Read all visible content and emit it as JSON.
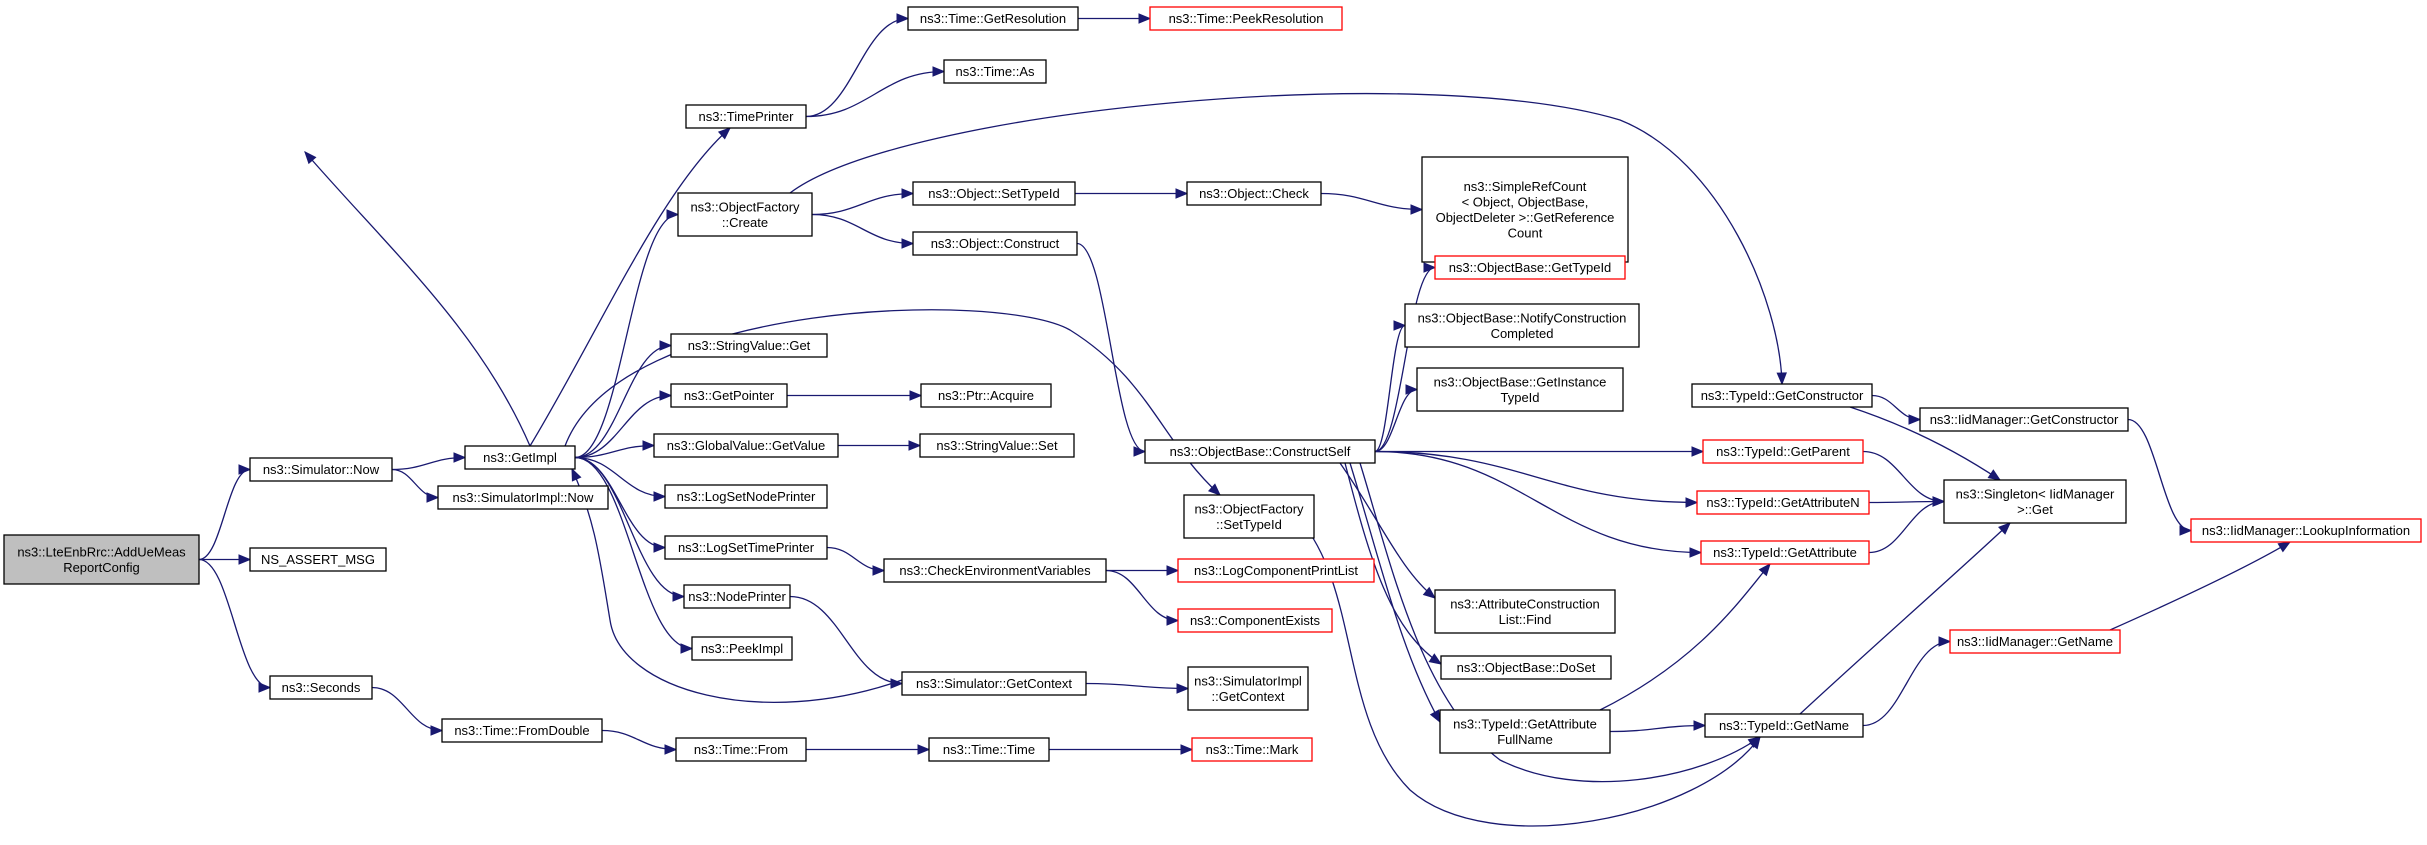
{
  "nodes": [
    {
      "id": "root",
      "lines": [
        "ns3::LteEnbRrc::AddUeMeas",
        "ReportConfig"
      ],
      "style": "root"
    },
    {
      "id": "simnow",
      "lines": [
        "ns3::Simulator::Now"
      ],
      "style": "normal"
    },
    {
      "id": "assert",
      "lines": [
        "NS_ASSERT_MSG"
      ],
      "style": "normal"
    },
    {
      "id": "seconds",
      "lines": [
        "ns3::Seconds"
      ],
      "style": "normal"
    },
    {
      "id": "getimpl",
      "lines": [
        "ns3::GetImpl"
      ],
      "style": "normal"
    },
    {
      "id": "simimplnow",
      "lines": [
        "ns3::SimulatorImpl::Now"
      ],
      "style": "normal"
    },
    {
      "id": "fromdouble",
      "lines": [
        "ns3::Time::FromDouble"
      ],
      "style": "normal"
    },
    {
      "id": "timeprinter",
      "lines": [
        "ns3::TimePrinter"
      ],
      "style": "normal"
    },
    {
      "id": "ofcreate",
      "lines": [
        "ns3::ObjectFactory",
        "::Create"
      ],
      "style": "normal"
    },
    {
      "id": "strget",
      "lines": [
        "ns3::StringValue::Get"
      ],
      "style": "normal"
    },
    {
      "id": "getpointer",
      "lines": [
        "ns3::GetPointer"
      ],
      "style": "normal"
    },
    {
      "id": "gvgetvalue",
      "lines": [
        "ns3::GlobalValue::GetValue"
      ],
      "style": "normal"
    },
    {
      "id": "logsetnode",
      "lines": [
        "ns3::LogSetNodePrinter"
      ],
      "style": "normal"
    },
    {
      "id": "logsettime",
      "lines": [
        "ns3::LogSetTimePrinter"
      ],
      "style": "normal"
    },
    {
      "id": "nodeprinter",
      "lines": [
        "ns3::NodePrinter"
      ],
      "style": "normal"
    },
    {
      "id": "peekimpl",
      "lines": [
        "ns3::PeekImpl"
      ],
      "style": "normal"
    },
    {
      "id": "timefrom",
      "lines": [
        "ns3::Time::From"
      ],
      "style": "normal"
    },
    {
      "id": "getres",
      "lines": [
        "ns3::Time::GetResolution"
      ],
      "style": "normal"
    },
    {
      "id": "timeas",
      "lines": [
        "ns3::Time::As"
      ],
      "style": "normal"
    },
    {
      "id": "objsettypeid",
      "lines": [
        "ns3::Object::SetTypeId"
      ],
      "style": "normal"
    },
    {
      "id": "objconstruct",
      "lines": [
        "ns3::Object::Construct"
      ],
      "style": "normal"
    },
    {
      "id": "ptracquire",
      "lines": [
        "ns3::Ptr::Acquire"
      ],
      "style": "normal"
    },
    {
      "id": "strset",
      "lines": [
        "ns3::StringValue::Set"
      ],
      "style": "normal"
    },
    {
      "id": "checkenv",
      "lines": [
        "ns3::CheckEnvironmentVariables"
      ],
      "style": "normal"
    },
    {
      "id": "simgetctx",
      "lines": [
        "ns3::Simulator::GetContext"
      ],
      "style": "normal"
    },
    {
      "id": "timetime",
      "lines": [
        "ns3::Time::Time"
      ],
      "style": "normal"
    },
    {
      "id": "peekres",
      "lines": [
        "ns3::Time::PeekResolution"
      ],
      "style": "red"
    },
    {
      "id": "objcheck",
      "lines": [
        "ns3::Object::Check"
      ],
      "style": "normal"
    },
    {
      "id": "obconstructself",
      "lines": [
        "ns3::ObjectBase::ConstructSelf"
      ],
      "style": "normal"
    },
    {
      "id": "ofsettypeid",
      "lines": [
        "ns3::ObjectFactory",
        "::SetTypeId"
      ],
      "style": "normal"
    },
    {
      "id": "logcomplist",
      "lines": [
        "ns3::LogComponentPrintList"
      ],
      "style": "red"
    },
    {
      "id": "compexists",
      "lines": [
        "ns3::ComponentExists"
      ],
      "style": "red"
    },
    {
      "id": "simimplgetctx",
      "lines": [
        "ns3::SimulatorImpl",
        "::GetContext"
      ],
      "style": "normal"
    },
    {
      "id": "timemark",
      "lines": [
        "ns3::Time::Mark"
      ],
      "style": "red"
    },
    {
      "id": "simplerefcount",
      "lines": [
        "ns3::SimpleRefCount",
        "< Object, ObjectBase,",
        "ObjectDeleter >::GetReference",
        "Count"
      ],
      "style": "normal"
    },
    {
      "id": "obgettypeid",
      "lines": [
        "ns3::ObjectBase::GetTypeId"
      ],
      "style": "red"
    },
    {
      "id": "obnotify",
      "lines": [
        "ns3::ObjectBase::NotifyConstruction",
        "Completed"
      ],
      "style": "normal"
    },
    {
      "id": "obgetinstance",
      "lines": [
        "ns3::ObjectBase::GetInstance",
        "TypeId"
      ],
      "style": "normal"
    },
    {
      "id": "acfind",
      "lines": [
        "ns3::AttributeConstruction",
        "List::Find"
      ],
      "style": "normal"
    },
    {
      "id": "obdoset",
      "lines": [
        "ns3::ObjectBase::DoSet"
      ],
      "style": "normal"
    },
    {
      "id": "tidgetattrfull",
      "lines": [
        "ns3::TypeId::GetAttribute",
        "FullName"
      ],
      "style": "normal"
    },
    {
      "id": "tidgetctor",
      "lines": [
        "ns3::TypeId::GetConstructor"
      ],
      "style": "normal"
    },
    {
      "id": "tidgetparent",
      "lines": [
        "ns3::TypeId::GetParent"
      ],
      "style": "red"
    },
    {
      "id": "tidgetattrn",
      "lines": [
        "ns3::TypeId::GetAttributeN"
      ],
      "style": "red"
    },
    {
      "id": "tidgetattr",
      "lines": [
        "ns3::TypeId::GetAttribute"
      ],
      "style": "red"
    },
    {
      "id": "tidgetname",
      "lines": [
        "ns3::TypeId::GetName"
      ],
      "style": "normal"
    },
    {
      "id": "iidgetctor",
      "lines": [
        "ns3::IidManager::GetConstructor"
      ],
      "style": "normal"
    },
    {
      "id": "singletonget",
      "lines": [
        "ns3::Singleton< IidManager",
        ">::Get"
      ],
      "style": "normal"
    },
    {
      "id": "iidgetname",
      "lines": [
        "ns3::IidManager::GetName"
      ],
      "style": "red"
    },
    {
      "id": "iidlookup",
      "lines": [
        "ns3::IidManager::LookupInformation"
      ],
      "style": "red"
    }
  ],
  "edges": [
    [
      "root",
      "simnow"
    ],
    [
      "root",
      "assert"
    ],
    [
      "root",
      "seconds"
    ],
    [
      "simnow",
      "getimpl"
    ],
    [
      "simnow",
      "simimplnow"
    ],
    [
      "seconds",
      "fromdouble"
    ],
    [
      "fromdouble",
      "timefrom"
    ],
    [
      "timefrom",
      "timetime"
    ],
    [
      "timetime",
      "timemark"
    ],
    [
      "getimpl",
      "simnow"
    ],
    [
      "getimpl",
      "timeprinter"
    ],
    [
      "getimpl",
      "ofcreate"
    ],
    [
      "getimpl",
      "strget"
    ],
    [
      "getimpl",
      "getpointer"
    ],
    [
      "getimpl",
      "gvgetvalue"
    ],
    [
      "getimpl",
      "logsetnode"
    ],
    [
      "getimpl",
      "logsettime"
    ],
    [
      "getimpl",
      "nodeprinter"
    ],
    [
      "getimpl",
      "peekimpl"
    ],
    [
      "getimpl",
      "ofsettypeid"
    ],
    [
      "simgetctx",
      "getimpl"
    ],
    [
      "simgetctx",
      "simimplgetctx"
    ],
    [
      "timeprinter",
      "getres"
    ],
    [
      "timeprinter",
      "timeas"
    ],
    [
      "getres",
      "peekres"
    ],
    [
      "ofcreate",
      "objsettypeid"
    ],
    [
      "ofcreate",
      "objconstruct"
    ],
    [
      "ofcreate",
      "tidgetctor"
    ],
    [
      "objsettypeid",
      "objcheck"
    ],
    [
      "objcheck",
      "simplerefcount"
    ],
    [
      "objconstruct",
      "obconstructself"
    ],
    [
      "getpointer",
      "ptracquire"
    ],
    [
      "gvgetvalue",
      "strset"
    ],
    [
      "logsettime",
      "checkenv"
    ],
    [
      "checkenv",
      "logcomplist"
    ],
    [
      "checkenv",
      "compexists"
    ],
    [
      "nodeprinter",
      "simgetctx"
    ],
    [
      "obconstructself",
      "obgettypeid"
    ],
    [
      "obconstructself",
      "obnotify"
    ],
    [
      "obconstructself",
      "obgetinstance"
    ],
    [
      "obconstructself",
      "tidgetparent"
    ],
    [
      "obconstructself",
      "tidgetattrn"
    ],
    [
      "obconstructself",
      "tidgetattr"
    ],
    [
      "obconstructself",
      "acfind"
    ],
    [
      "obconstructself",
      "obdoset"
    ],
    [
      "obconstructself",
      "tidgetattrfull"
    ],
    [
      "obconstructself",
      "tidgetname"
    ],
    [
      "ofsettypeid",
      "tidgetname"
    ],
    [
      "tidgetattrfull",
      "tidgetattr"
    ],
    [
      "tidgetattrfull",
      "tidgetname"
    ],
    [
      "tidgetctor",
      "iidgetctor"
    ],
    [
      "tidgetctor",
      "singletonget"
    ],
    [
      "tidgetparent",
      "singletonget"
    ],
    [
      "tidgetattrn",
      "singletonget"
    ],
    [
      "tidgetattr",
      "singletonget"
    ],
    [
      "tidgetname",
      "singletonget"
    ],
    [
      "tidgetname",
      "iidgetname"
    ],
    [
      "iidgetctor",
      "iidlookup"
    ],
    [
      "iidgetname",
      "iidlookup"
    ]
  ],
  "colors": {
    "edge": "#191970",
    "border": "#000000",
    "border_missing": "#ff0000",
    "root_fill": "#bfbfbf"
  }
}
